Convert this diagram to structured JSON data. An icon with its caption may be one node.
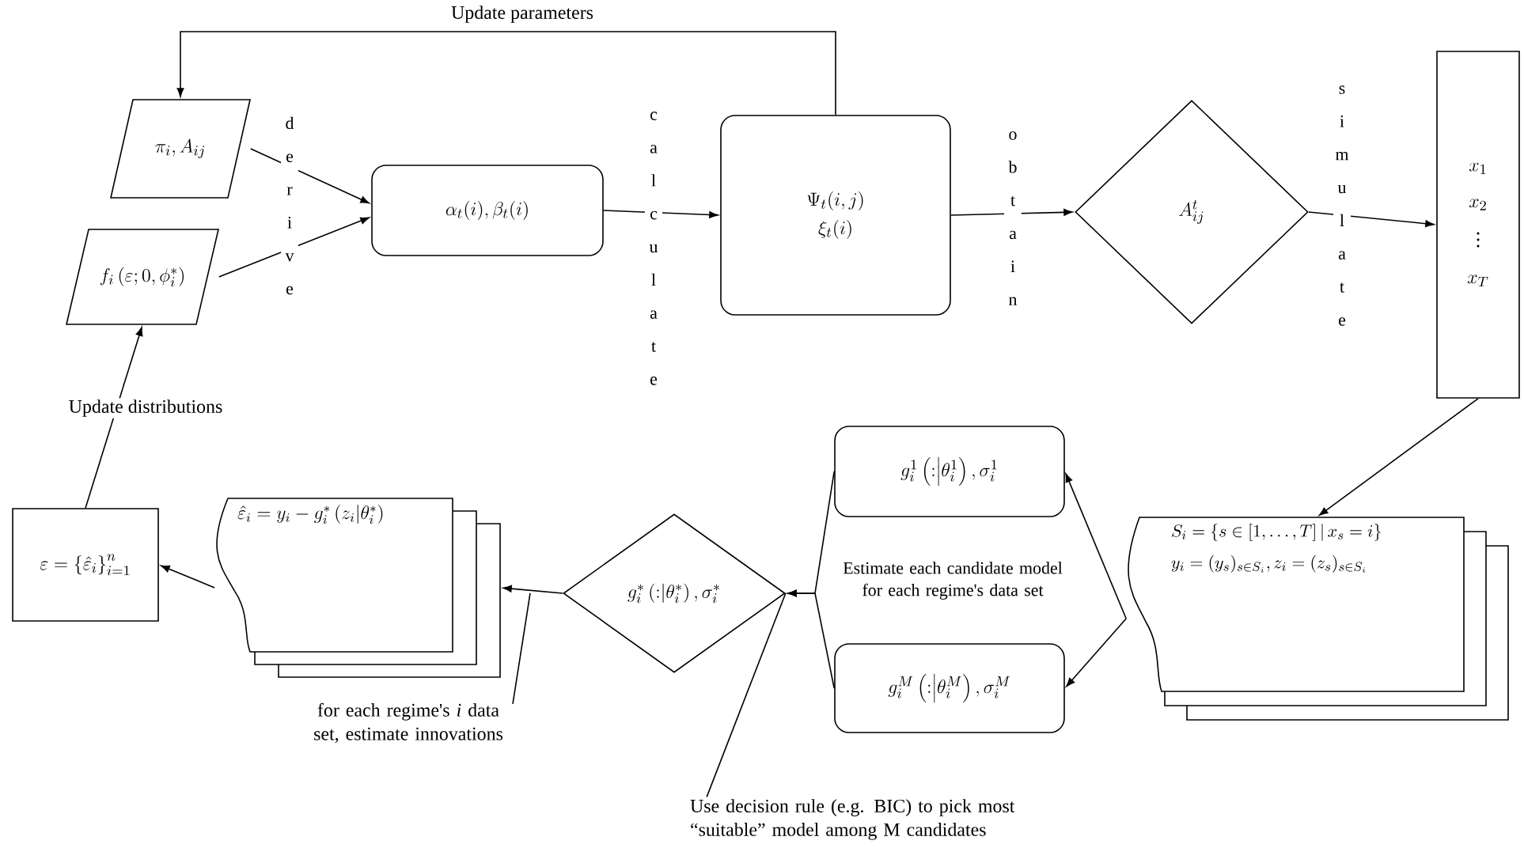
{
  "diagram": {
    "nodes": [
      {
        "text": [
          "\\pi_i, A_{ij}"
        ]
      },
      {
        "text": [
          "f_i\\left(\\varepsilon;0,\\phi_i^*\\right)"
        ]
      },
      {
        "text": [
          "\\alpha_t(i), \\beta_t(i)"
        ]
      },
      {
        "text": [
          "\\Psi_t(i,j)",
          "\\xi_t(i)"
        ]
      },
      {
        "text": [
          "A_{ij}^t"
        ]
      },
      {
        "text": [
          "x_1",
          "x_2",
          "\\vdots",
          "x_T"
        ]
      },
      {
        "text": [
          "S_i=\\left\\{s\\in[1,\\ldots,T]\\,\\middle|\\,x_s=i\\right\\}",
          "y_i=(y_s)_{s\\in S_i}, z_i=(z_s)_{s\\in S_i}"
        ]
      },
      {
        "text": [
          "g_i^1\\left(:\\middle|\\theta_i^1\\right),\\sigma_i^1"
        ]
      },
      {
        "text": [
          "g_i^M\\left(:\\middle|\\theta_i^M\\right),\\sigma_i^M"
        ]
      },
      {
        "text": [
          "g_i^*\\left(:\\middle|\\theta_i^*\\right),\\sigma_i^*"
        ]
      },
      {
        "text": [
          "\\hat{\\varepsilon}_i=y_i-g_i^*\\left(z_i\\middle|\\theta_i^*\\right)"
        ]
      },
      {
        "text": [
          "\\varepsilon=\\left\\{\\hat{\\varepsilon}_i\\right\\}_{i=1}^n"
        ]
      },
      {
        "text": [
          "for each regime's *i* data set, estimate innovations"
        ]
      },
      {
        "text": [
          "Use decision rule (e.g. BIC) to pick most “suitable” model among M candidates"
        ]
      }
    ],
    "edges": [
      {
        "from": 0,
        "to": 2,
        "arrow": "to",
        "label": "d e r i v e"
      },
      {
        "from": 1,
        "to": 2,
        "arrow": "to"
      },
      {
        "from": 2,
        "to": 3,
        "arrow": "to",
        "label": "c a l c u l a t e"
      },
      {
        "from": 3,
        "to": 0,
        "arrow": "to",
        "label": "Update parameters"
      },
      {
        "from": 3,
        "to": 4,
        "arrow": "to",
        "label": "o b t a i n"
      },
      {
        "from": 4,
        "to": 5,
        "arrow": "to",
        "label": "s i m u l a t e"
      },
      {
        "from": 5,
        "to": 6,
        "arrow": "to"
      },
      {
        "from": 6,
        "to": 7,
        "arrow": "to"
      },
      {
        "from": 6,
        "to": 8,
        "arrow": "to"
      },
      {
        "from": 7,
        "to": 9,
        "arrow": "to"
      },
      {
        "from": 8,
        "to": 9,
        "arrow": "to"
      },
      {
        "from": 9,
        "to": 10,
        "arrow": "to"
      },
      {
        "from": 10,
        "to": 11,
        "arrow": "to"
      },
      {
        "from": 11,
        "to": 1,
        "arrow": "to",
        "label": "Update distributions"
      },
      {
        "from": 12,
        "to": null,
        "arrow": "none"
      },
      {
        "from": 13,
        "to": 9,
        "arrow": "none"
      }
    ],
    "labels": [
      "Estimate each candidate model for each regime's data set"
    ]
  }
}
